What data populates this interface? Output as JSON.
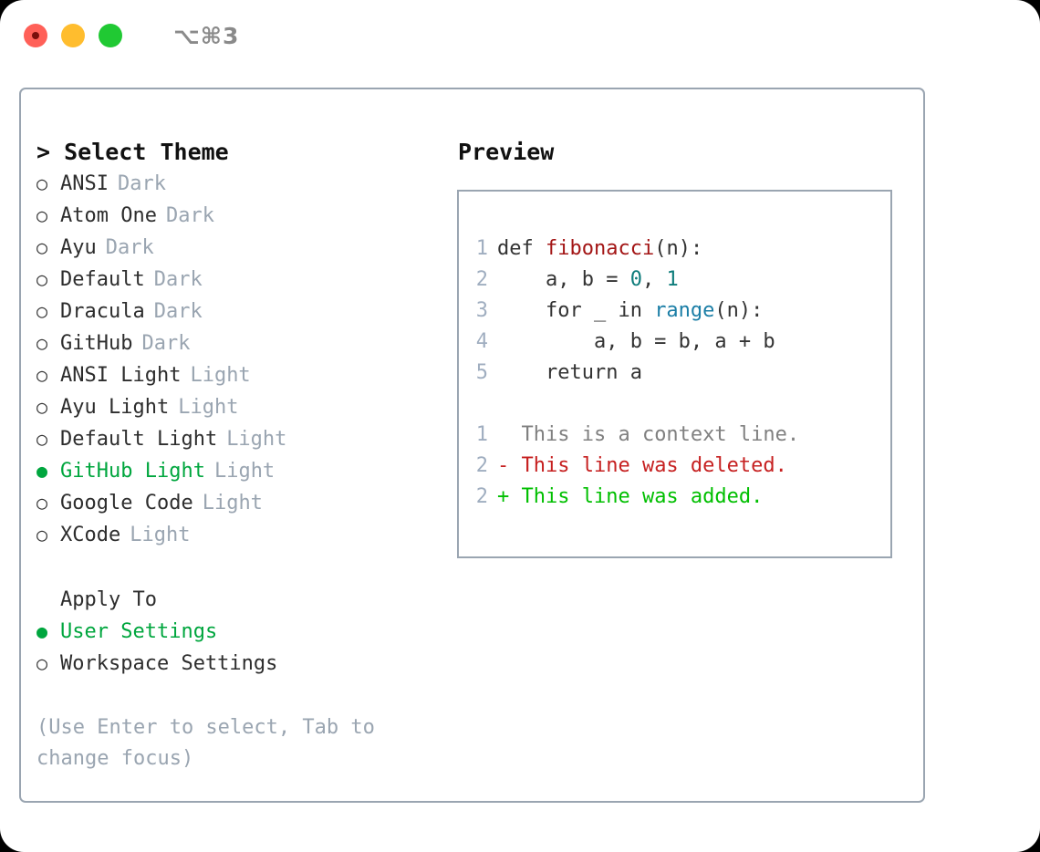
{
  "titlebar": {
    "shortcut": "⌥⌘3",
    "buttons": [
      {
        "name": "close",
        "color": "#ff6058"
      },
      {
        "name": "minimize",
        "color": "#ffbd2e"
      },
      {
        "name": "zoom",
        "color": "#20c933"
      }
    ]
  },
  "theme_panel": {
    "title": "> Select Theme",
    "items": [
      {
        "marker": "○",
        "name": "ANSI",
        "variant": "Dark",
        "selected": false
      },
      {
        "marker": "○",
        "name": "Atom One",
        "variant": "Dark",
        "selected": false
      },
      {
        "marker": "○",
        "name": "Ayu",
        "variant": "Dark",
        "selected": false
      },
      {
        "marker": "○",
        "name": "Default",
        "variant": "Dark",
        "selected": false
      },
      {
        "marker": "○",
        "name": "Dracula",
        "variant": "Dark",
        "selected": false
      },
      {
        "marker": "○",
        "name": "GitHub",
        "variant": "Dark",
        "selected": false
      },
      {
        "marker": "○",
        "name": "ANSI Light",
        "variant": "Light",
        "selected": false
      },
      {
        "marker": "○",
        "name": "Ayu Light",
        "variant": "Light",
        "selected": false
      },
      {
        "marker": "○",
        "name": "Default Light",
        "variant": "Light",
        "selected": false
      },
      {
        "marker": "●",
        "name": "GitHub Light",
        "variant": "Light",
        "selected": true
      },
      {
        "marker": "○",
        "name": "Google Code",
        "variant": "Light",
        "selected": false
      },
      {
        "marker": "○",
        "name": "XCode",
        "variant": "Light",
        "selected": false
      }
    ]
  },
  "apply_to": {
    "heading": "Apply To",
    "options": [
      {
        "marker": "●",
        "label": "User Settings",
        "selected": true
      },
      {
        "marker": "○",
        "label": "Workspace Settings",
        "selected": false
      }
    ]
  },
  "hint": "(Use Enter to select, Tab to change focus)",
  "preview": {
    "title": "Preview",
    "code_lines": [
      {
        "no": "1",
        "parts": [
          {
            "t": "def ",
            "c": "plain"
          },
          {
            "t": "fibonacci",
            "c": "fn"
          },
          {
            "t": "(n):",
            "c": "plain"
          }
        ]
      },
      {
        "no": "2",
        "parts": [
          {
            "t": "    a, b = ",
            "c": "plain"
          },
          {
            "t": "0",
            "c": "num"
          },
          {
            "t": ", ",
            "c": "plain"
          },
          {
            "t": "1",
            "c": "num"
          }
        ]
      },
      {
        "no": "3",
        "parts": [
          {
            "t": "    for _ in ",
            "c": "plain"
          },
          {
            "t": "range",
            "c": "bi"
          },
          {
            "t": "(n):",
            "c": "plain"
          }
        ]
      },
      {
        "no": "4",
        "parts": [
          {
            "t": "        a, b = b, a + b",
            "c": "plain"
          }
        ]
      },
      {
        "no": "5",
        "parts": [
          {
            "t": "    return a",
            "c": "plain"
          }
        ]
      }
    ],
    "diff_lines": [
      {
        "no": "1",
        "sign": " ",
        "text": " This is a context line.",
        "kind": "ctx"
      },
      {
        "no": "2",
        "sign": "-",
        "text": " This line was deleted.",
        "kind": "del"
      },
      {
        "no": "2",
        "sign": "+",
        "text": " This line was added.",
        "kind": "add"
      }
    ]
  },
  "colors": {
    "accent_green": "#00a63e",
    "border": "#9aa5b1",
    "muted": "#9aa5b1",
    "lineno": "#a0aec0",
    "fn": "#a31515",
    "num": "#0e7c7b",
    "builtin": "#1b7ea6",
    "diff_del": "#c62020",
    "diff_add": "#00bf00",
    "diff_ctx": "#808080"
  }
}
